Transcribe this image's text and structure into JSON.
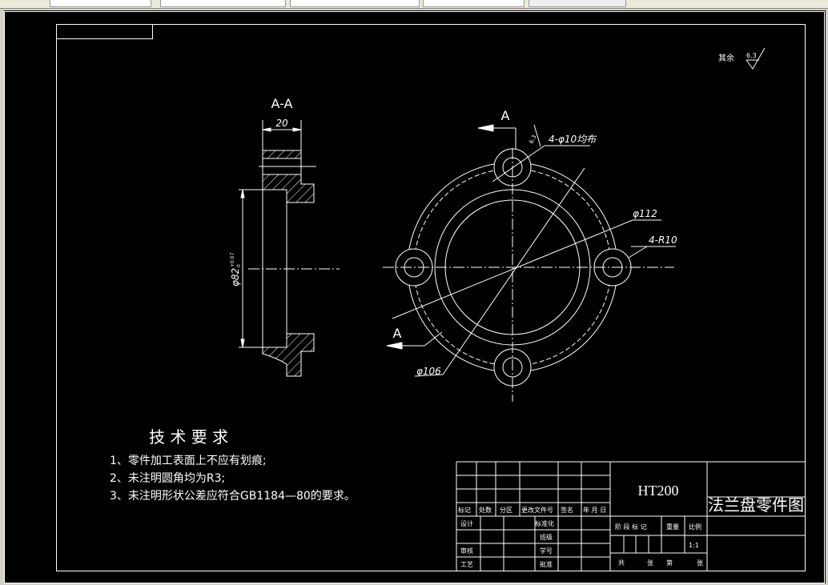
{
  "drawing": {
    "roughness_label": "其余",
    "roughness_value": "6.3",
    "section_title": "A-A",
    "section_mark": "A",
    "dims": {
      "width": "20",
      "bore": "φ82",
      "bore_tol_upper": "+0.07",
      "bore_tol_lower": "0",
      "holes": "4-φ10均布",
      "hole_roughness": "6.3",
      "pcd": "φ112",
      "boss_radius": "4-R10",
      "outer": "φ106"
    }
  },
  "tech_requirements": {
    "title": "技 术 要 求",
    "items": [
      "1、零件加工表面上不应有划痕;",
      "2、未注明圆角均为R3;",
      "3、未注明形状公差应符合GB1184—80的要求。"
    ]
  },
  "title_block": {
    "material": "HT200",
    "part_name": "法兰盘零件图",
    "rev_headers": [
      "标记",
      "处数",
      "分区",
      "更改文件号",
      "签名",
      "年 月 日"
    ],
    "roles": [
      "设计",
      "",
      "审核",
      "工艺"
    ],
    "roles2": [
      "标准化",
      "班级",
      "学号",
      "批准"
    ],
    "stage_header": "阶 段 标 记",
    "weight_header": "重量",
    "scale_header": "比例",
    "scale_value": "1:1",
    "sheet_total": "共",
    "sheet_unit": "张",
    "sheet_no": "第",
    "sheet_unit2": "张"
  },
  "colors": {
    "background": "#000000",
    "lines": "#ffffff"
  }
}
